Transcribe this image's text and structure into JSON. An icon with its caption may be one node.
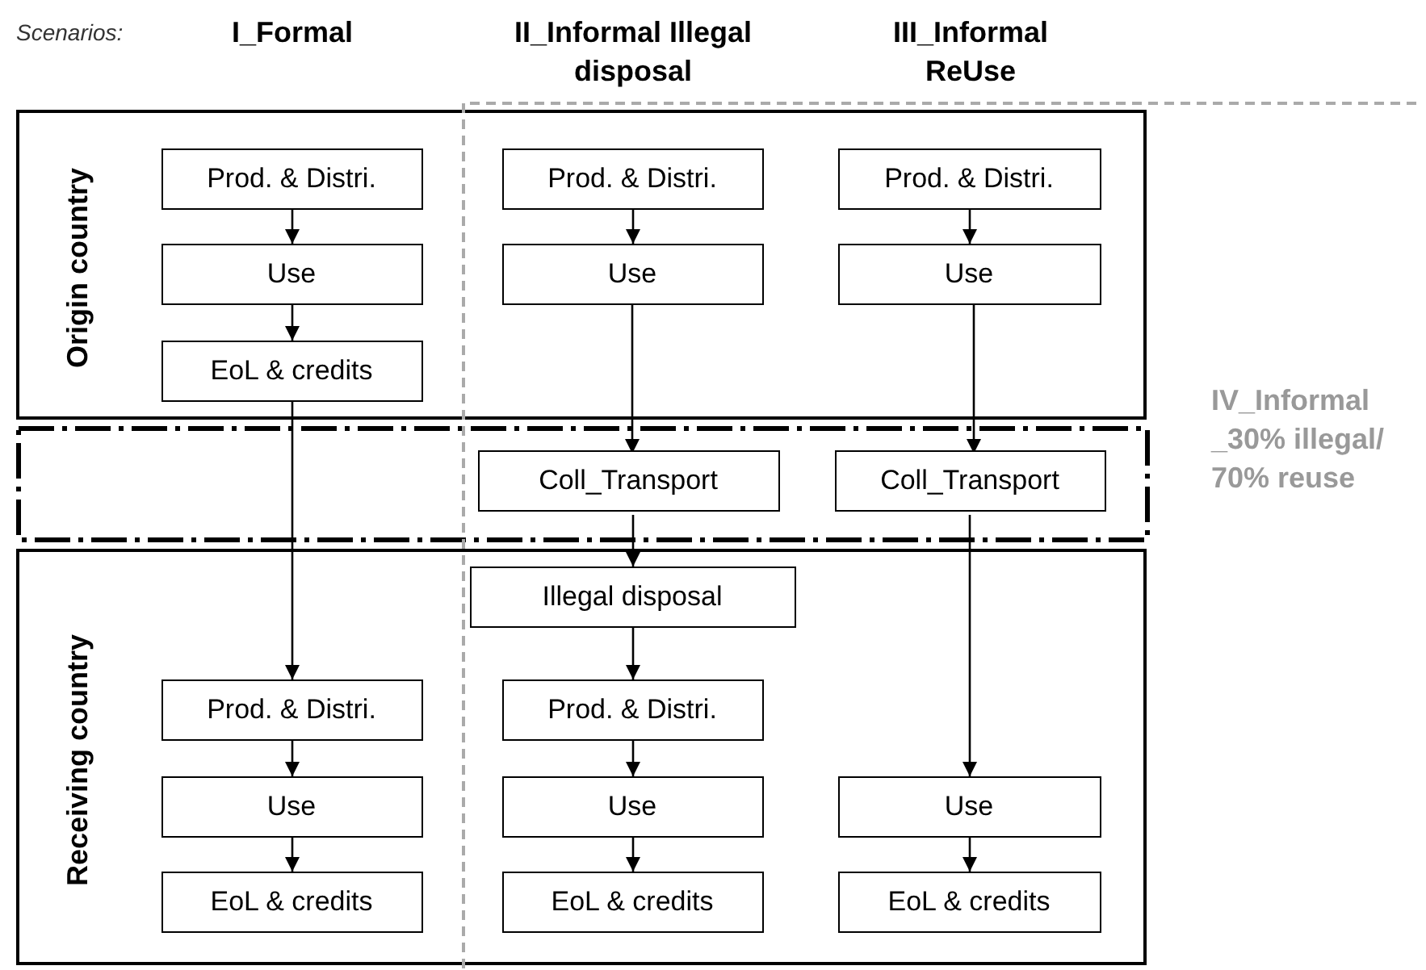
{
  "diagram": {
    "nodes": [
      {
        "text": [
          "Origin country"
        ]
      },
      {
        "text": [
          "Prod. & Distri."
        ],
        "in": 0
      },
      {
        "text": [
          "Use"
        ],
        "in": 0
      },
      {
        "text": [
          "EoL & credits"
        ],
        "in": 0
      },
      {
        "text": [
          "Prod. & Distri."
        ],
        "in": 0
      },
      {
        "text": [
          "Use"
        ],
        "in": 0
      },
      {
        "text": [
          "Prod. & Distri."
        ],
        "in": 0
      },
      {
        "text": [
          "Use"
        ],
        "in": 0
      },
      {
        "text": [],
        "shape": "box"
      },
      {
        "text": [
          "Coll_Transport"
        ],
        "in": 8
      },
      {
        "text": [
          "Coll_Transport"
        ],
        "in": 8
      },
      {
        "text": [
          "Receiving country"
        ]
      },
      {
        "text": [
          "Illegal disposal"
        ],
        "in": 11
      },
      {
        "text": [
          "Prod. & Distri."
        ],
        "in": 11
      },
      {
        "text": [
          "Use"
        ],
        "in": 11
      },
      {
        "text": [
          "EoL & credits"
        ],
        "in": 11
      },
      {
        "text": [
          "Prod. & Distri."
        ],
        "in": 11
      },
      {
        "text": [
          "Use"
        ],
        "in": 11
      },
      {
        "text": [
          "EoL & credits"
        ],
        "in": 11
      },
      {
        "text": [
          "Use"
        ],
        "in": 11
      },
      {
        "text": [
          "EoL & credits"
        ],
        "in": 11
      }
    ],
    "edges": [
      {
        "from": 1,
        "to": 2,
        "arrow": "to"
      },
      {
        "from": 2,
        "to": 3,
        "arrow": "to"
      },
      {
        "from": 3,
        "to": 13,
        "arrow": "to"
      },
      {
        "from": 13,
        "to": 14,
        "arrow": "to"
      },
      {
        "from": 14,
        "to": 15,
        "arrow": "to"
      },
      {
        "from": 4,
        "to": 5,
        "arrow": "to"
      },
      {
        "from": 5,
        "to": 9,
        "arrow": "to"
      },
      {
        "from": 9,
        "to": 12,
        "arrow": "to"
      },
      {
        "from": 12,
        "to": 16,
        "arrow": "to"
      },
      {
        "from": 16,
        "to": 17,
        "arrow": "to"
      },
      {
        "from": 17,
        "to": 18,
        "arrow": "to"
      },
      {
        "from": 6,
        "to": 7,
        "arrow": "to"
      },
      {
        "from": 7,
        "to": 10,
        "arrow": "to"
      },
      {
        "from": 10,
        "to": 19,
        "arrow": "to"
      },
      {
        "from": 19,
        "to": 20,
        "arrow": "to"
      }
    ],
    "labels": [
      "Scenarios:",
      "I_Formal",
      "II_Informal Illegal disposal",
      "III_Informal ReUse",
      "IV_Informal _30% illegal/ 70% reuse"
    ]
  }
}
